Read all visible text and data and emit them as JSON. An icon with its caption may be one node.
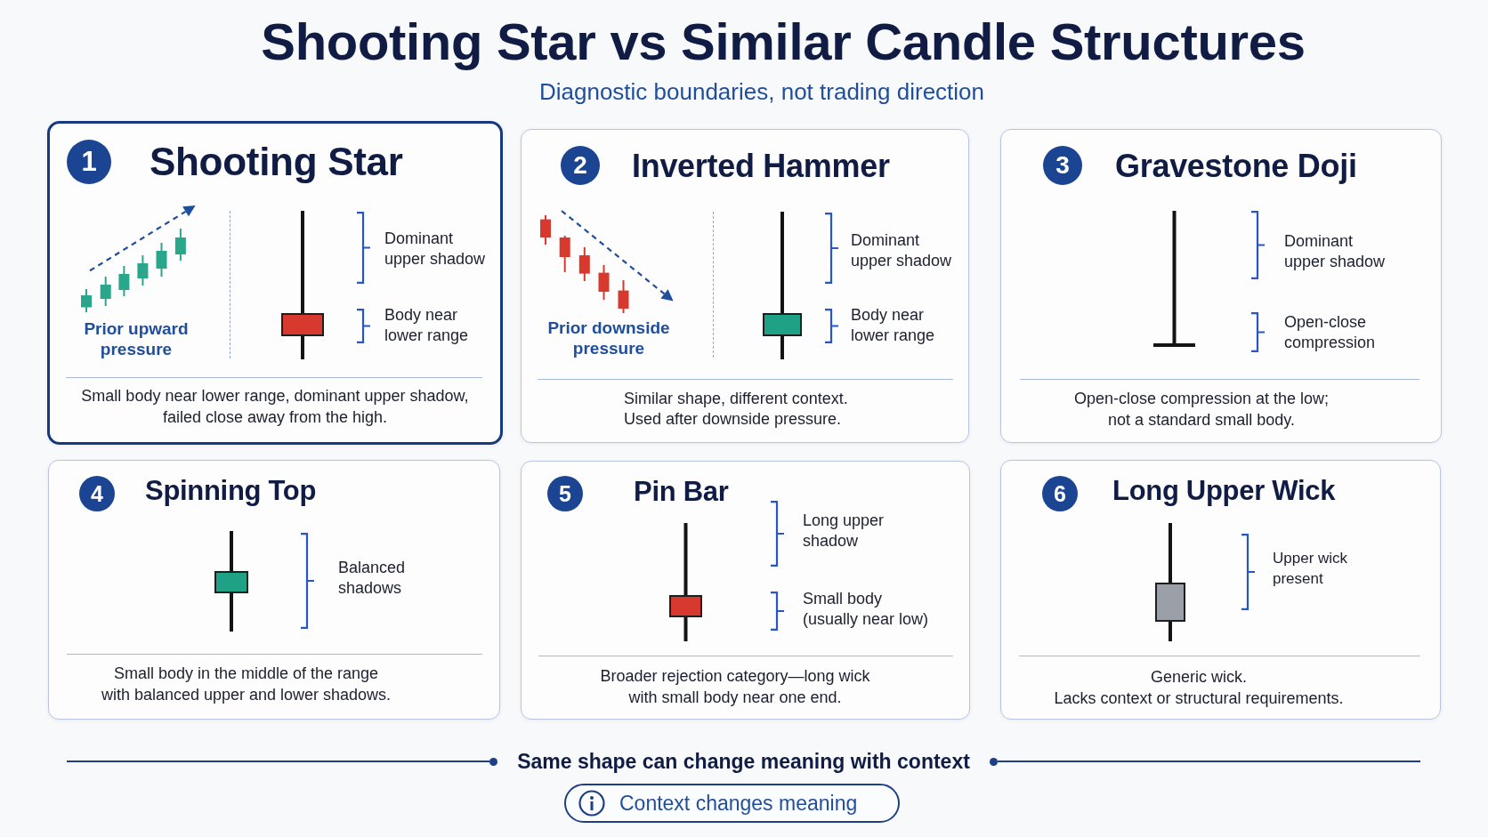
{
  "diagram": {
    "title": "Shooting Star vs Similar Candle Structures",
    "nodes": [
      {
        "text": [
          "Shooting Star",
          "Prior upward pressure",
          "Dominant upper shadow",
          "Body near lower range",
          "Small body near lower range, dominant upper shadow, failed close away from the high."
        ]
      },
      {
        "text": [
          "1"
        ],
        "in": 0
      },
      {
        "text": [
          "Inverted Hammer",
          "Prior downside pressure",
          "Dominant upper shadow",
          "Body near lower range",
          "Similar shape, different context.",
          "Used after downside pressure."
        ]
      },
      {
        "text": [
          "2"
        ],
        "in": 2
      },
      {
        "text": [
          "Gravestone Doji",
          "Dominant upper shadow",
          "Open-close compression",
          "Open-close compression at the low; not a standard small body."
        ]
      },
      {
        "text": [
          "3"
        ],
        "in": 4
      },
      {
        "text": [
          "Spinning Top",
          "Balanced shadows",
          "Small body in the middle of the range with balanced upper and lower shadows."
        ]
      },
      {
        "text": [
          "4"
        ],
        "in": 6
      },
      {
        "text": [
          "Pin Bar",
          "Long upper shadow",
          "Small body (usually near low)",
          "Broader rejection category—long wick with small body near one end."
        ]
      },
      {
        "text": [
          "5"
        ],
        "in": 8
      },
      {
        "text": [
          "Long Upper Wick",
          "Upper wick present",
          "Generic wick.",
          "Lacks context or structural requirements."
        ]
      },
      {
        "text": [
          "6"
        ],
        "in": 10
      },
      {
        "text": [
          "Context changes meaning"
        ]
      }
    ],
    "labels": [
      "Diagnostic boundaries, not trading direction",
      "Same shape can change meaning with context"
    ]
  }
}
